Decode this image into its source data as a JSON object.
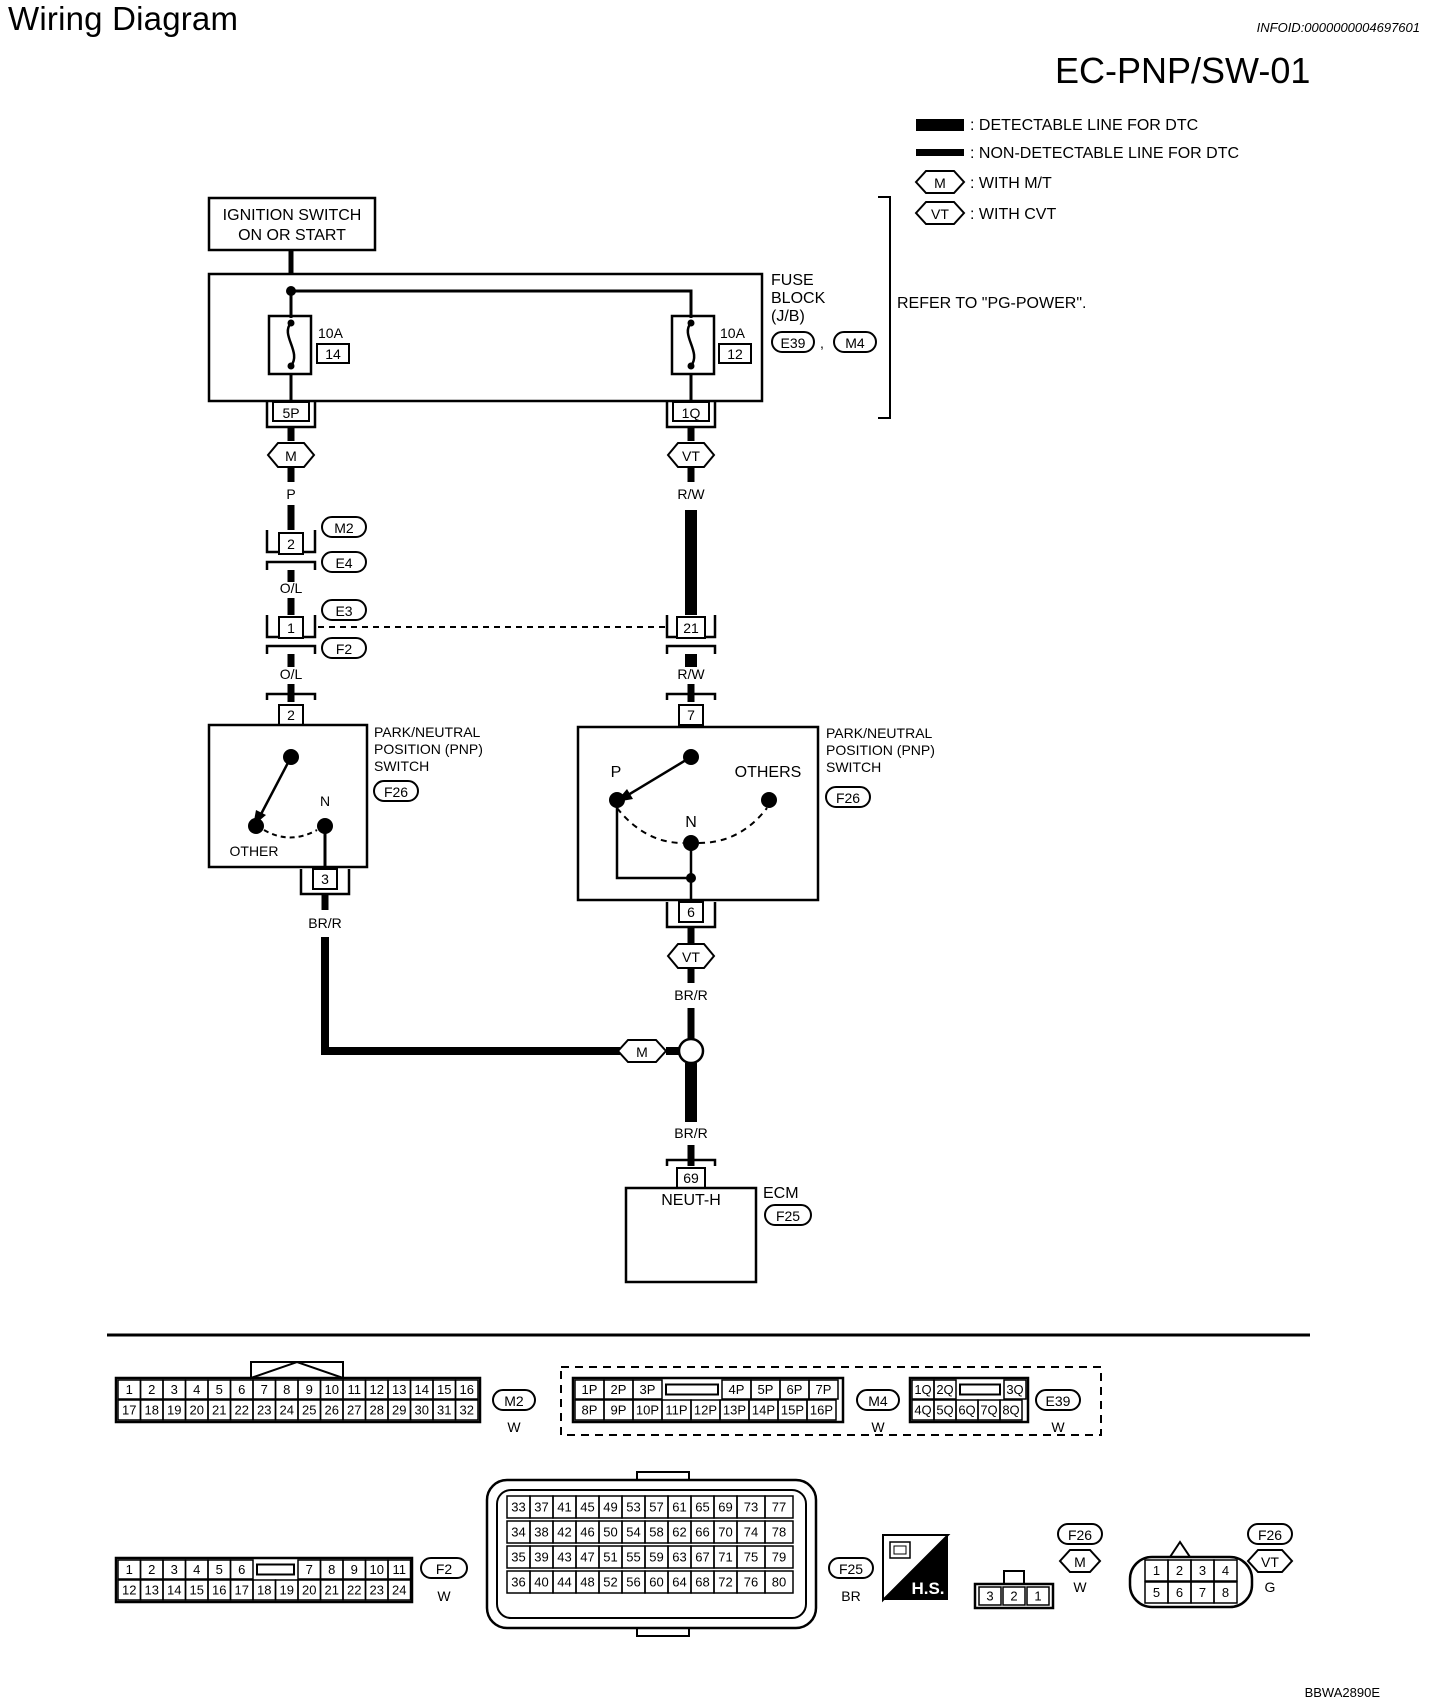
{
  "header": {
    "title": "Wiring Diagram",
    "info_id": "INFOID:0000000004697601",
    "diagram_code": "EC-PNP/SW-01",
    "footer_code": "BBWA2890E"
  },
  "legend": {
    "detectable": ": DETECTABLE LINE FOR DTC",
    "non_detectable": ": NON-DETECTABLE LINE FOR DTC",
    "mt_symbol": "M",
    "mt": ": WITH M/T",
    "cvt_symbol": "VT",
    "cvt": ": WITH CVT",
    "refer": "REFER TO \"PG-POWER\"."
  },
  "ignition": {
    "line1": "IGNITION SWITCH",
    "line2": "ON OR START"
  },
  "fuse_block": {
    "line1": "FUSE",
    "line2": "BLOCK",
    "line3": "(J/B)",
    "conn1": "E39",
    "sep": ",",
    "conn2": "M4",
    "fuse_left": {
      "amp": "10A",
      "num": "14",
      "term": "5P"
    },
    "fuse_right": {
      "amp": "10A",
      "num": "12",
      "term": "1Q"
    }
  },
  "left_branch": {
    "variant": "M",
    "wire1": "P",
    "conn_a": {
      "pin": "2",
      "id1": "M2",
      "id2": "E4"
    },
    "wire2": "O/L",
    "conn_b": {
      "pin": "1",
      "id1": "E3",
      "id2": "F2"
    },
    "wire3": "O/L",
    "switch_in_pin": "2",
    "switch_out_pin": "3",
    "wire4": "BR/R",
    "switch": {
      "line1": "PARK/NEUTRAL",
      "line2": "POSITION (PNP)",
      "line3": "SWITCH",
      "conn": "F26",
      "other": "OTHER",
      "n": "N"
    }
  },
  "right_branch": {
    "variant": "VT",
    "wire1": "R/W",
    "conn_b_pin": "21",
    "wire2": "R/W",
    "switch_in_pin": "7",
    "switch_out_pin": "6",
    "wire3": "BR/R",
    "wire4": "BR/R",
    "switch": {
      "line1": "PARK/NEUTRAL",
      "line2": "POSITION (PNP)",
      "line3": "SWITCH",
      "conn": "F26",
      "p": "P",
      "others": "OTHERS",
      "n": "N"
    }
  },
  "junction_tag": "M",
  "ecm": {
    "pin": "69",
    "terminal": "NEUT-H",
    "name": "ECM",
    "conn": "F25"
  },
  "connectors": {
    "m2": {
      "id": "M2",
      "color": "W",
      "row1": [
        "1",
        "2",
        "3",
        "4",
        "5",
        "6",
        "7",
        "8",
        "9",
        "10",
        "11",
        "12",
        "13",
        "14",
        "15",
        "16"
      ],
      "row2": [
        "17",
        "18",
        "19",
        "20",
        "21",
        "22",
        "23",
        "24",
        "25",
        "26",
        "27",
        "28",
        "29",
        "30",
        "31",
        "32"
      ]
    },
    "m4": {
      "id": "M4",
      "color": "W",
      "row1": [
        "1P",
        "2P",
        "3P",
        "4P",
        "5P",
        "6P",
        "7P"
      ],
      "row2": [
        "8P",
        "9P",
        "10P",
        "11P",
        "12P",
        "13P",
        "14P",
        "15P",
        "16P"
      ]
    },
    "e39": {
      "id": "E39",
      "color": "W",
      "row1": [
        "1Q",
        "2Q",
        "3Q"
      ],
      "row2": [
        "4Q",
        "5Q",
        "6Q",
        "7Q",
        "8Q"
      ]
    },
    "f2": {
      "id": "F2",
      "color": "W",
      "row1": [
        "1",
        "2",
        "3",
        "4",
        "5",
        "6",
        "7",
        "8",
        "9",
        "10",
        "11"
      ],
      "row2": [
        "12",
        "13",
        "14",
        "15",
        "16",
        "17",
        "18",
        "19",
        "20",
        "21",
        "22",
        "23",
        "24"
      ]
    },
    "f25": {
      "id": "F25",
      "color": "BR",
      "hs": "H.S.",
      "rows": [
        [
          "33",
          "37",
          "41",
          "45",
          "49",
          "53",
          "57",
          "61",
          "65",
          "69",
          "73",
          "77"
        ],
        [
          "34",
          "38",
          "42",
          "46",
          "50",
          "54",
          "58",
          "62",
          "66",
          "70",
          "74",
          "78"
        ],
        [
          "35",
          "39",
          "43",
          "47",
          "51",
          "55",
          "59",
          "63",
          "67",
          "71",
          "75",
          "79"
        ],
        [
          "36",
          "40",
          "44",
          "48",
          "52",
          "56",
          "60",
          "64",
          "68",
          "72",
          "76",
          "80"
        ]
      ]
    },
    "f26m": {
      "id": "F26",
      "variant": "M",
      "color": "W",
      "pins": [
        "3",
        "2",
        "1"
      ]
    },
    "f26vt": {
      "id": "F26",
      "variant": "VT",
      "color": "G",
      "row1": [
        "1",
        "2",
        "3",
        "4"
      ],
      "row2": [
        "5",
        "6",
        "7",
        "8"
      ]
    }
  }
}
